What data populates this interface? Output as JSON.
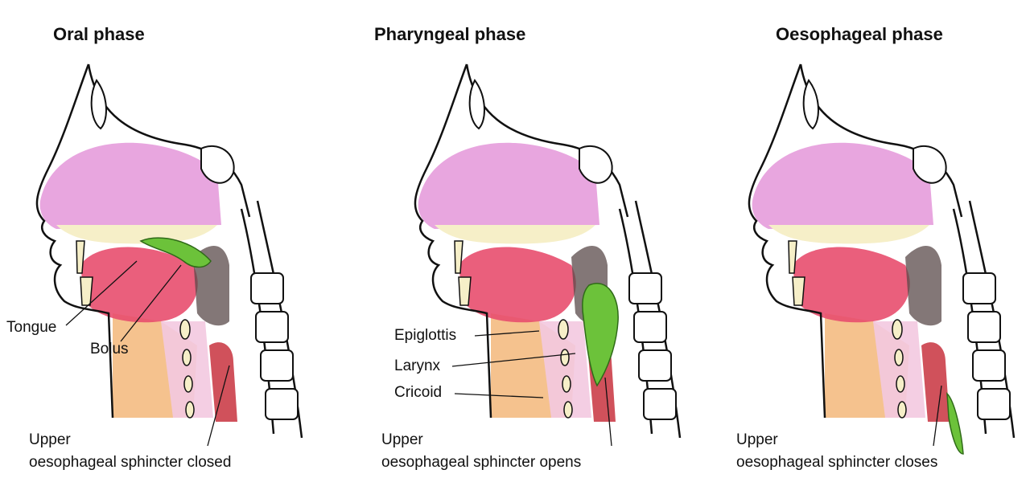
{
  "panels": [
    {
      "title": "Oral phase",
      "labels": {
        "tongue": "Tongue",
        "bolus": "Bolus"
      },
      "caption_line1": "Upper",
      "caption_line2": "oesophageal sphincter closed"
    },
    {
      "title": "Pharyngeal phase",
      "labels": {
        "epiglottis": "Epiglottis",
        "larynx": "Larynx",
        "cricoid": "Cricoid"
      },
      "caption_line1": "Upper",
      "caption_line2": "oesophageal sphincter opens"
    },
    {
      "title": "Oesophageal phase",
      "caption_line1": "Upper",
      "caption_line2": "oesophageal sphincter closes"
    }
  ],
  "colors": {
    "nasal": "#e8a6df",
    "palate": "#f6efc8",
    "tongue": "#e84e6e",
    "pharynx_dark": "#5a4a4a",
    "bolus": "#6cc23a",
    "neck_tissue": "#f3b77a",
    "larynx_tissue": "#f3c9e0",
    "outline": "#111111"
  }
}
